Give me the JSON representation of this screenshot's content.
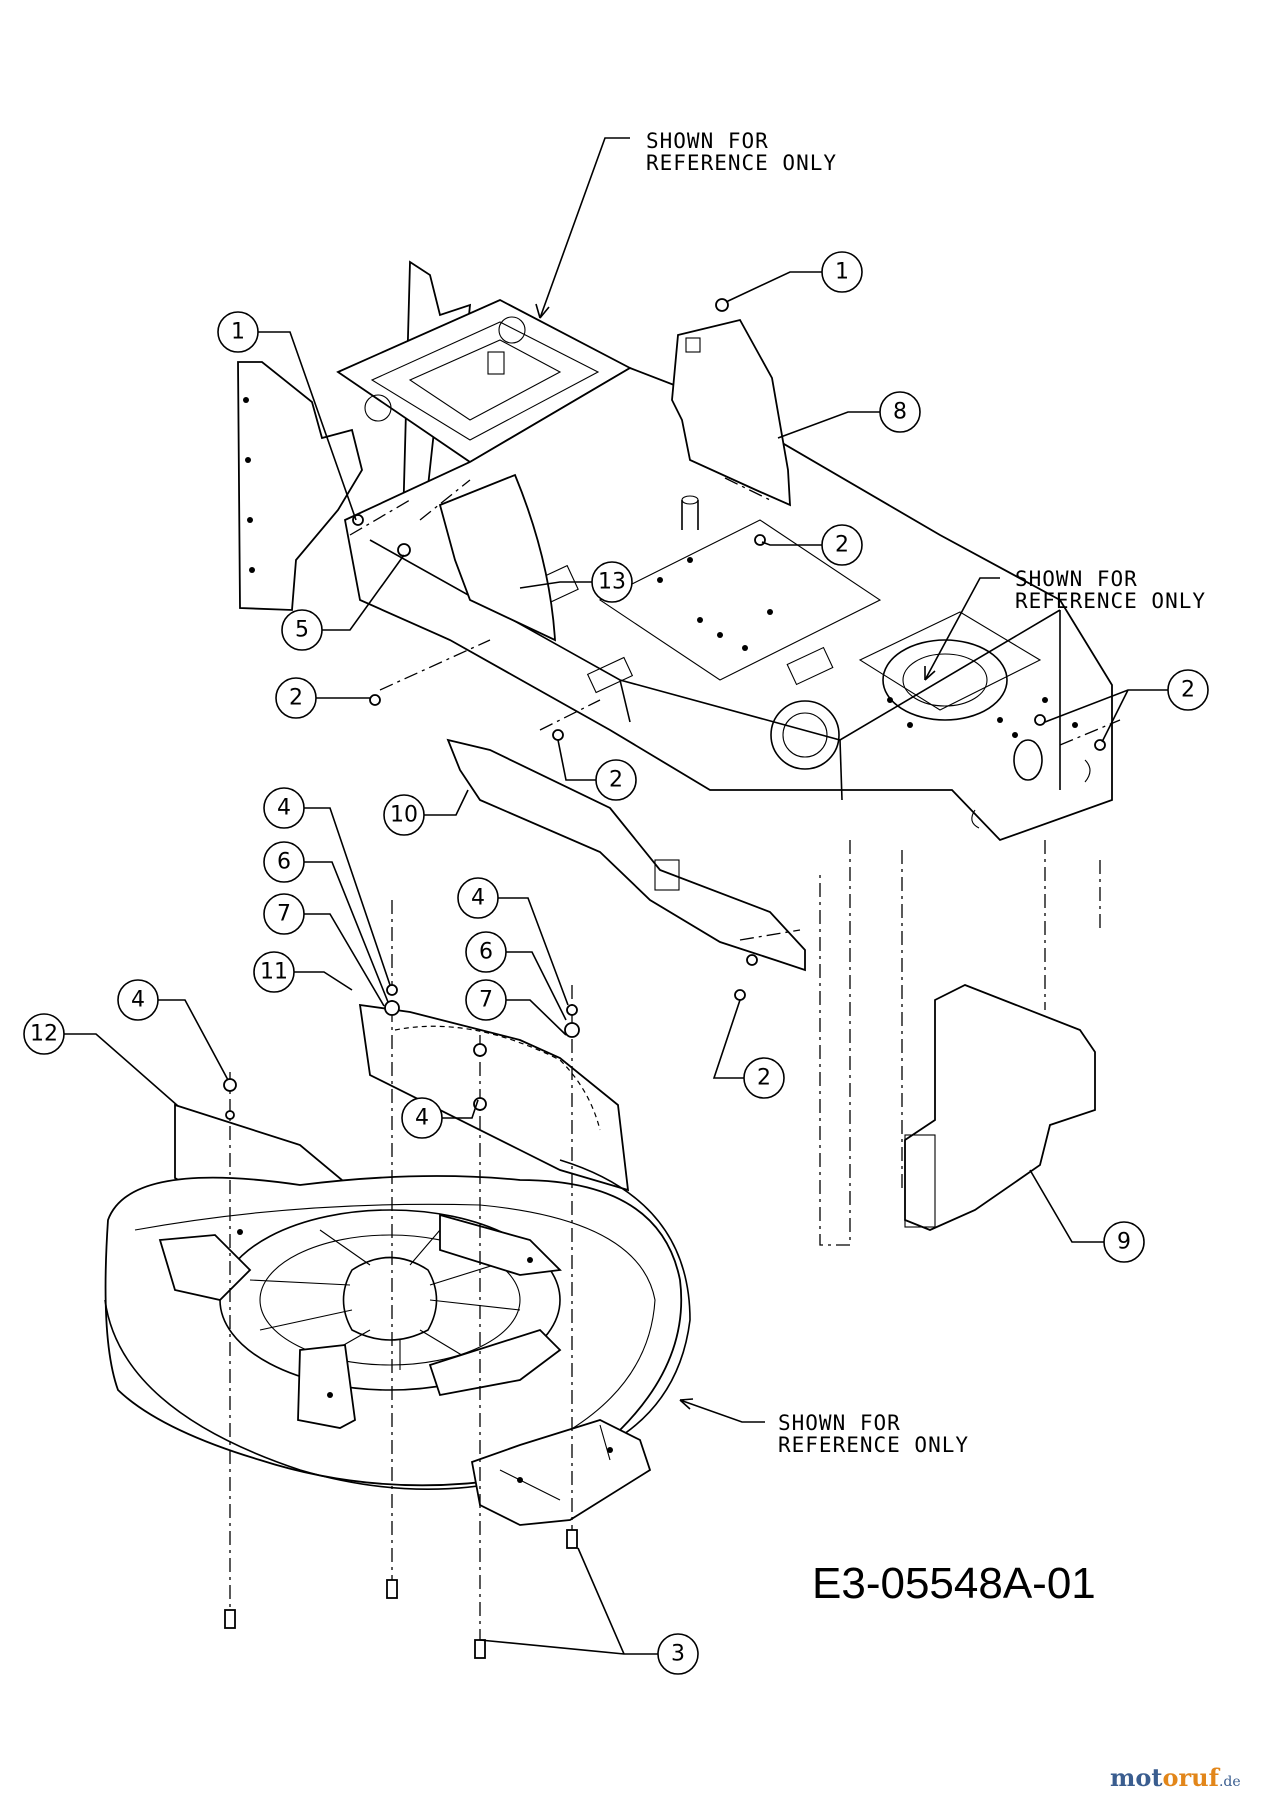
{
  "diagram": {
    "reference_note_line1": "SHOWN FOR",
    "reference_note_line2": "REFERENCE ONLY",
    "drawing_code": "E3-05548A-01",
    "callouts": {
      "c1": "1",
      "c2": "2",
      "c3": "3",
      "c4": "4",
      "c5": "5",
      "c6": "6",
      "c7": "7",
      "c8": "8",
      "c9": "9",
      "c10": "10",
      "c11": "11",
      "c12": "12",
      "c13": "13"
    }
  },
  "watermark": {
    "text_a": "mot",
    "text_b": "oruf",
    "suffix": ".de",
    "color_a": "#3a5d8f",
    "color_b": "#e2861a"
  }
}
